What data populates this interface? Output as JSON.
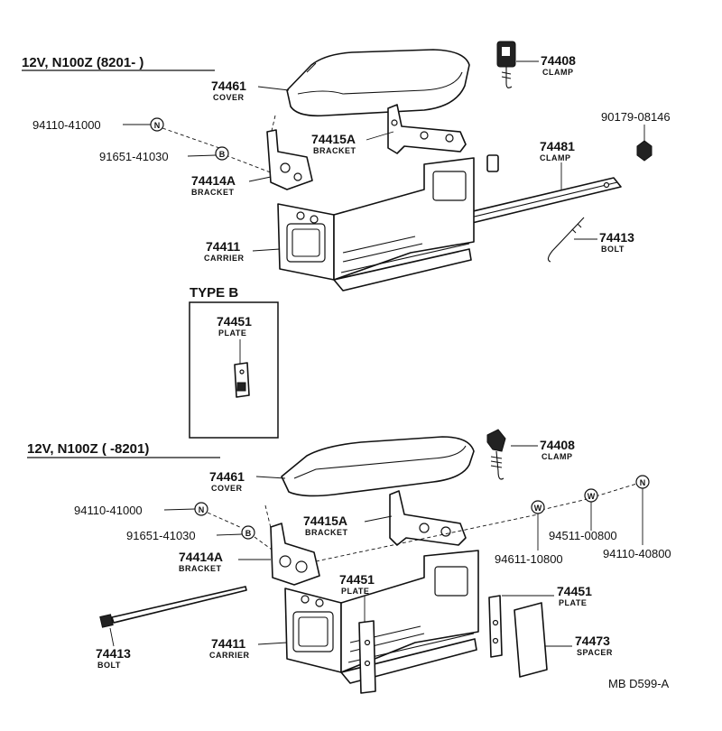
{
  "sections": {
    "top_header": "12V, N100Z (8201-        )",
    "bottom_header": "12V, N100Z (        -8201)",
    "type_b_title": "TYPE B"
  },
  "symbols": {
    "n": "N",
    "b": "B",
    "w": "W"
  },
  "top": {
    "cover": {
      "number": "74461",
      "name": "COVER"
    },
    "clamp_74408": {
      "number": "74408",
      "name": "CLAMP"
    },
    "nut_ref_1": "94110-41000",
    "bolt_ref_1": "91651-41030",
    "bracket_a": {
      "number": "74415A",
      "name": "BRACKET"
    },
    "bracket_b": {
      "number": "74414A",
      "name": "BRACKET"
    },
    "clamp_74481": {
      "number": "74481",
      "name": "CLAMP"
    },
    "nut_ref_2": "90179-08146",
    "carrier": {
      "number": "74411",
      "name": "CARRIER"
    },
    "bolt": {
      "number": "74413",
      "name": "BOLT"
    }
  },
  "type_b": {
    "plate": {
      "number": "74451",
      "name": "PLATE"
    }
  },
  "bottom": {
    "clamp_74408": {
      "number": "74408",
      "name": "CLAMP"
    },
    "cover": {
      "number": "74461",
      "name": "COVER"
    },
    "nut_ref_1": "94110-41000",
    "bolt_ref_1": "91651-41030",
    "bracket_a": {
      "number": "74415A",
      "name": "BRACKET"
    },
    "bracket_b": {
      "number": "74414A",
      "name": "BRACKET"
    },
    "washer_ref_1": "94611-10800",
    "washer_ref_2": "94511-00800",
    "nut_ref_2": "94110-40800",
    "plate_center": {
      "number": "74451",
      "name": "PLATE"
    },
    "plate_right": {
      "number": "74451",
      "name": "PLATE"
    },
    "spacer": {
      "number": "74473",
      "name": "SPACER"
    },
    "bolt": {
      "number": "74413",
      "name": "BOLT"
    },
    "carrier": {
      "number": "74411",
      "name": "CARRIER"
    }
  },
  "footer": {
    "diagram_code": "MB D599-A"
  }
}
